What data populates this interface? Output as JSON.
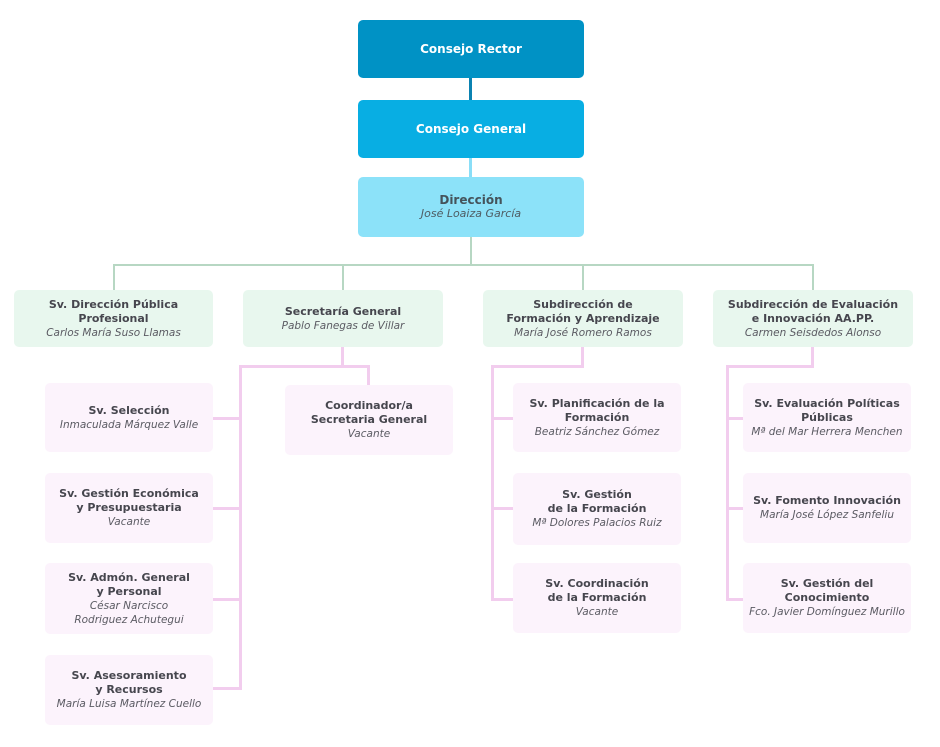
{
  "org_chart": {
    "top": {
      "consejo_rector": {
        "title": "Consejo Rector"
      },
      "consejo_general": {
        "title": "Consejo General"
      },
      "direccion": {
        "title": "Dirección",
        "name": "José Loaiza García"
      }
    },
    "branches": [
      {
        "title": "Sv. Dirección Pública\nProfesional",
        "name": "Carlos María Suso Llamas"
      },
      {
        "title": "Secretaría General",
        "name": "Pablo Fanegas de Villar"
      },
      {
        "title": "Subdirección de\nFormación y Aprendizaje",
        "name": "María José Romero Ramos"
      },
      {
        "title": "Subdirección de Evaluación\ne Innovación AA.PP.",
        "name": "Carmen Seisdedos Alonso"
      }
    ],
    "secretaria_children": [
      {
        "title": "Coordinador/a\nSecretaria General",
        "name": "Vacante"
      },
      {
        "title": "Sv. Selección",
        "name": "Inmaculada Márquez Valle"
      },
      {
        "title": "Sv. Gestión Económica\ny Presupuestaria",
        "name": "Vacante"
      },
      {
        "title": "Sv. Admón. General\ny Personal",
        "name": "César Narcisco\nRodriguez Achutegui"
      },
      {
        "title": "Sv. Asesoramiento\ny Recursos",
        "name": "María Luisa Martínez Cuello"
      }
    ],
    "formacion_children": [
      {
        "title": "Sv. Planificación de la\nFormación",
        "name": "Beatriz Sánchez Gómez"
      },
      {
        "title": "Sv. Gestión\nde la Formación",
        "name": "Mª Dolores Palacios Ruiz"
      },
      {
        "title": "Sv. Coordinación\nde la Formación",
        "name": "Vacante"
      }
    ],
    "evaluacion_children": [
      {
        "title": "Sv. Evaluación Políticas\nPúblicas",
        "name": "Mª del Mar Herrera Menchen"
      },
      {
        "title": "Sv. Fomento Innovación",
        "name": "María José López Sanfeliu"
      },
      {
        "title": "Sv. Gestión del\nConocimiento",
        "name": "Fco. Javier Domínguez Murillo"
      }
    ],
    "colors": {
      "consejo_rector_fill": "#0092c5",
      "consejo_general_fill": "#08aee3",
      "direccion_fill": "#8ce2f9",
      "branch_fill": "#e8f7ee",
      "child_fill": "#fcf3fc",
      "connector_dark_blue": "#0b82b1",
      "connector_cyan": "#8adef7",
      "connector_green": "#b7d7c3",
      "connector_pink": "#f2cdee"
    }
  }
}
